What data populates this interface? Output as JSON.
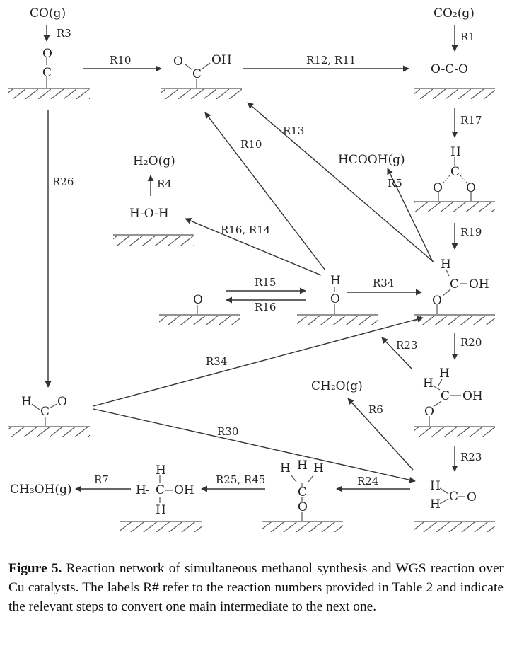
{
  "figure": {
    "gas_species": {
      "co_g": "CO(g)",
      "co2_g": "CO₂(g)",
      "h2o_g": "H₂O(g)",
      "hcooh_g": "HCOOH(g)",
      "ch2o_g": "CH₂O(g)",
      "ch3oh_g": "CH₃OH(g)"
    },
    "atoms": {
      "O": "O",
      "C": "C",
      "H": "H",
      "OH": "OH"
    },
    "intermediates": {
      "co2_ads": "O-C-O",
      "h2o_ads": "H-O-H"
    },
    "reactions": {
      "r1": "R1",
      "r3": "R3",
      "r4": "R4",
      "r5": "R5",
      "r6": "R6",
      "r7": "R7",
      "r10": "R10",
      "r12_r11": "R12, R11",
      "r13": "R13",
      "r15": "R15",
      "r16": "R16",
      "r16_r14": "R16, R14",
      "r17": "R17",
      "r19": "R19",
      "r20": "R20",
      "r23": "R23",
      "r24": "R24",
      "r25_r45": "R25, R45",
      "r26": "R26",
      "r30": "R30",
      "r34": "R34"
    }
  },
  "caption": {
    "label": "Figure 5.",
    "text": " Reaction network of simultaneous methanol synthesis and WGS reaction over Cu catalysts. The labels R# refer to the reaction numbers provided in Table 2 and indicate the relevant steps to convert one main intermediate to the next one."
  }
}
